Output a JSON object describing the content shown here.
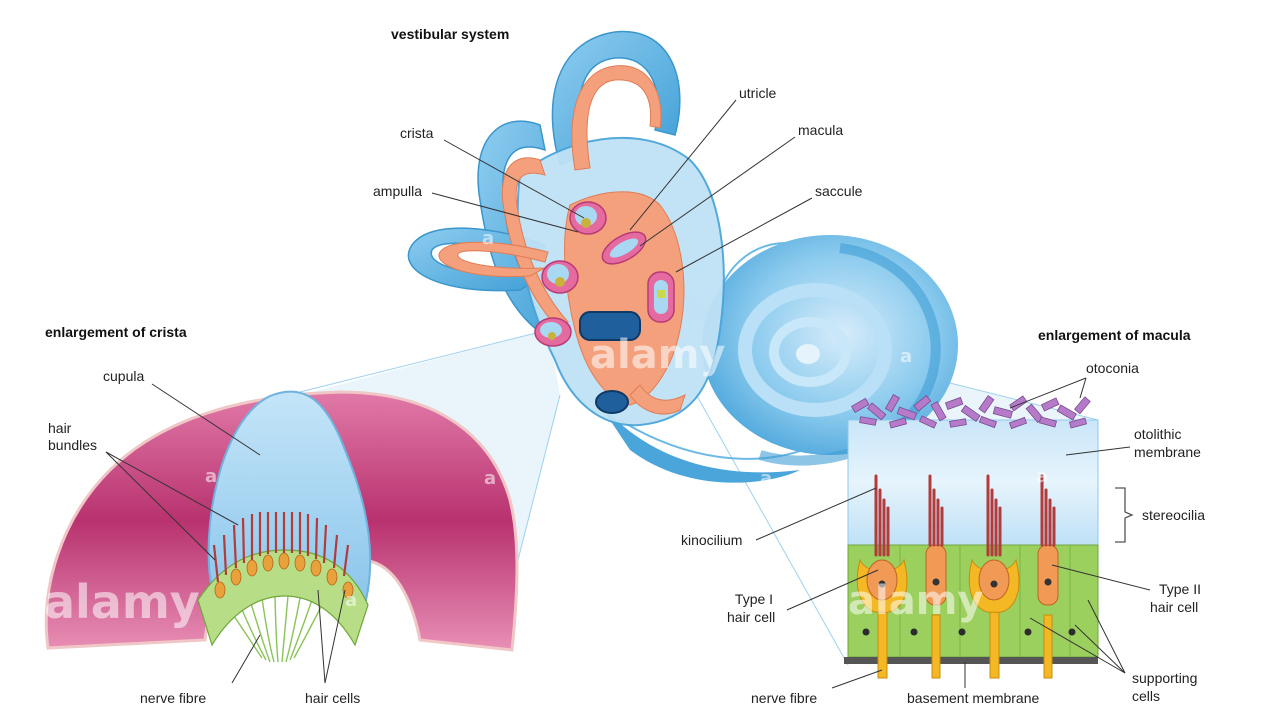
{
  "headings": {
    "vestibular": "vestibular system",
    "crista_enlarge": "enlargement of crista",
    "macula_enlarge": "enlargement of macula"
  },
  "labels": {
    "crista": "crista",
    "ampulla": "ampulla",
    "utricle": "utricle",
    "macula": "macula",
    "saccule": "saccule",
    "cupula": "cupula",
    "hair": "hair",
    "bundles": "bundles",
    "nerve_fibre_left": "nerve fibre",
    "hair_cells": "hair cells",
    "otoconia": "otoconia",
    "otolithic": "otolithic",
    "membrane": "membrane",
    "stereocilia": "stereocilia",
    "kinocilium": "kinocilium",
    "type1_a": "Type I",
    "type1_b": "hair cell",
    "type2_a": "Type II",
    "type2_b": "hair cell",
    "supporting": "supporting",
    "cells": "cells",
    "nerve_fibre_right": "nerve fibre",
    "basement_membrane": "basement membrane"
  },
  "watermark": {
    "brand": "alamy",
    "mark": "a"
  },
  "colors": {
    "canal_blue": "#56b3e2",
    "membrane_orange": "#f4a07c",
    "crista_pink": "#c0457f",
    "cupula_blue": "#9fd3f2",
    "support_green": "#9ccf63",
    "hair_red": "#c0504d",
    "nerve_yellow": "#f3b823"
  }
}
